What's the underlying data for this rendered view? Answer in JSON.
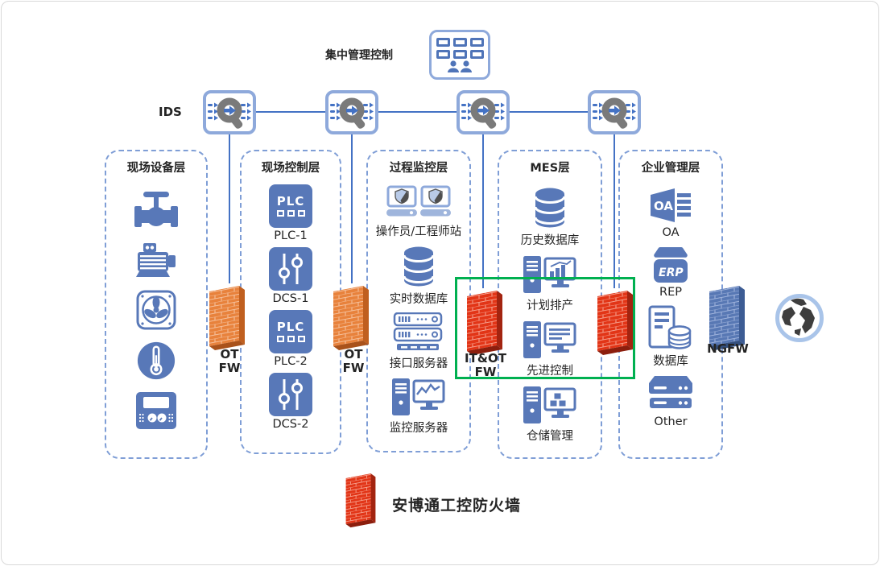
{
  "header": {
    "management_label": "集中管理控制",
    "ids_label": "IDS"
  },
  "icon_texts": {
    "plc": "PLC",
    "oa": "OA",
    "erp": "ERP"
  },
  "columns": [
    {
      "title": "现场设备层",
      "items": [
        {
          "icon": "valve-icon"
        },
        {
          "icon": "motor-icon"
        },
        {
          "icon": "fan-icon"
        },
        {
          "icon": "thermometer-icon"
        },
        {
          "icon": "control-panel-icon"
        }
      ]
    },
    {
      "title": "现场控制层",
      "items": [
        {
          "icon": "plc-icon",
          "label": "PLC-1"
        },
        {
          "icon": "dcs-icon",
          "label": "DCS-1"
        },
        {
          "icon": "plc-icon",
          "label": "PLC-2"
        },
        {
          "icon": "dcs-icon",
          "label": "DCS-2"
        }
      ]
    },
    {
      "title": "过程监控层",
      "items": [
        {
          "icon": "operator-stations-icon",
          "label": "操作员/工程师站"
        },
        {
          "icon": "database-icon",
          "label": "实时数据库"
        },
        {
          "icon": "interface-server-icon",
          "label": "接口服务器"
        },
        {
          "icon": "monitor-server-icon",
          "label": "监控服务器"
        }
      ]
    },
    {
      "title": "MES层",
      "items": [
        {
          "icon": "database-icon",
          "label": "历史数据库"
        },
        {
          "icon": "workstation-chart-icon",
          "label": "计划排产"
        },
        {
          "icon": "workstation-doc-icon",
          "label": "先进控制"
        },
        {
          "icon": "workstation-boxes-icon",
          "label": "仓储管理"
        }
      ]
    },
    {
      "title": "企业管理层",
      "items": [
        {
          "icon": "oa-icon",
          "label": "OA"
        },
        {
          "icon": "erp-icon",
          "label": "REP"
        },
        {
          "icon": "server-database-icon",
          "label": "数据库"
        },
        {
          "icon": "other-devices-icon",
          "label": "Other"
        }
      ]
    }
  ],
  "firewalls": {
    "ot1_label": "OT\nFW",
    "ot2_label": "OT\nFW",
    "itot_label": "IT&OT\nFW",
    "ngfw_label": "NGFW"
  },
  "legend": {
    "label": "安博通工控防火墙"
  },
  "colors": {
    "device_blue": "#5878B8",
    "box_border_blue": "#8EA9DB",
    "connector_blue": "#4472C4",
    "dashed_border_blue": "#7F9ED6",
    "orange_firewall": "#E8823C",
    "red_firewall": "#E23517",
    "blue_firewall": "#5878B4",
    "highlight_green": "#00B050"
  }
}
